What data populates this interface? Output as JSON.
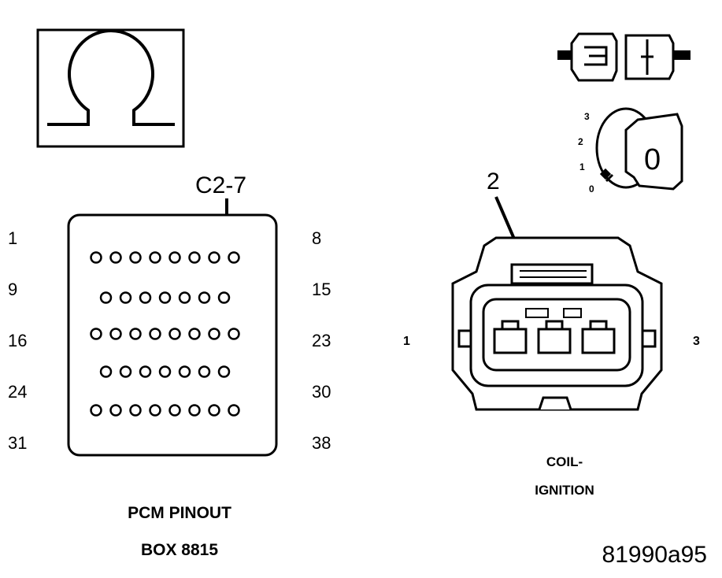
{
  "ohm_symbol": {
    "icon": "omega-icon",
    "glyph": "Ω"
  },
  "key_switch": {
    "positions": [
      "3",
      "2",
      "1",
      "0"
    ],
    "key_glyph": "0"
  },
  "pcm": {
    "callout": "C2-7",
    "row_labels_left": [
      "1",
      "9",
      "16",
      "24",
      "31"
    ],
    "row_labels_right": [
      "8",
      "15",
      "23",
      "30",
      "38"
    ],
    "pin_rows": [
      8,
      7,
      8,
      7,
      8
    ],
    "highlighted_pin": {
      "row": 0,
      "index": 6
    },
    "title_line1": "PCM PINOUT",
    "title_line2": "BOX 8815"
  },
  "coil": {
    "callout": "2",
    "left_label": "1",
    "right_label": "3",
    "title_line1": "COIL-",
    "title_line2": "IGNITION"
  },
  "figure_id": "81990a95",
  "colors": {
    "line": "#000000",
    "background": "#ffffff"
  }
}
